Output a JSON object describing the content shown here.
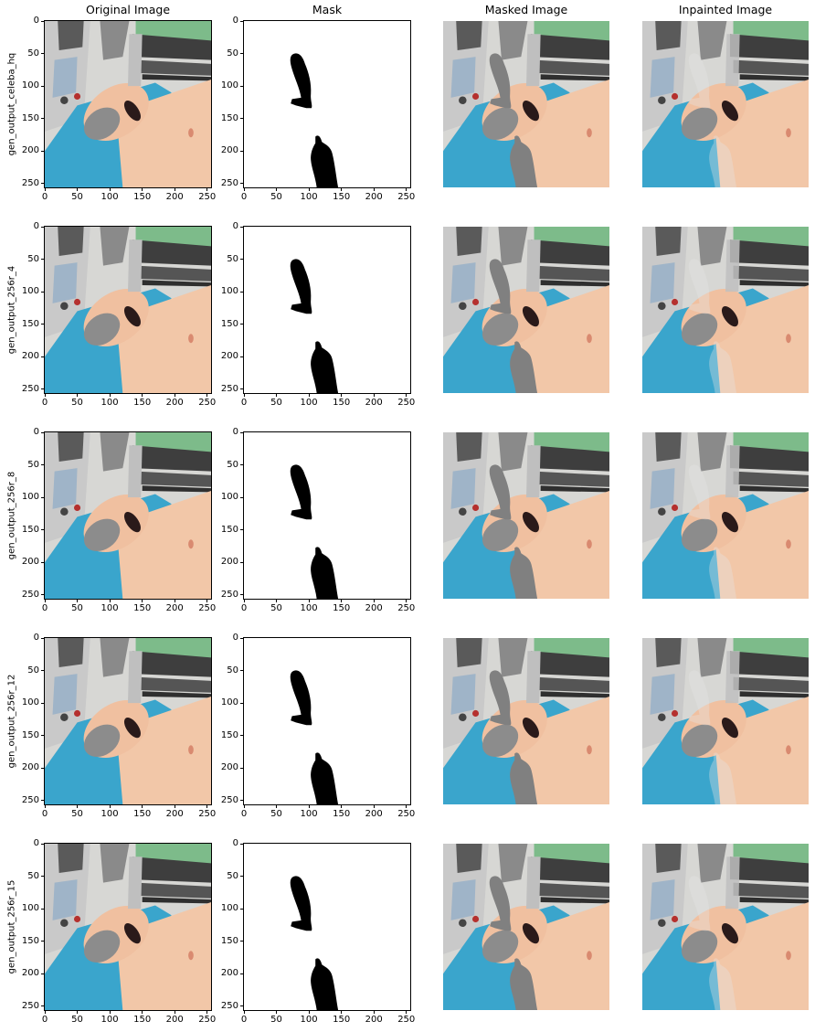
{
  "figure": {
    "columns": [
      "Original Image",
      "Mask",
      "Masked Image",
      "Inpainted Image"
    ],
    "rows": [
      "gen_output_celeba_hq",
      "gen_output_256r_4",
      "gen_output_256r_8",
      "gen_output_256r_12",
      "gen_output_256r_15"
    ]
  },
  "chart_data": {
    "type": "image_grid",
    "title": "",
    "columns": [
      "Original Image",
      "Mask",
      "Masked Image",
      "Inpainted Image"
    ],
    "rows": [
      "gen_output_celeba_hq",
      "gen_output_256r_4",
      "gen_output_256r_8",
      "gen_output_256r_12",
      "gen_output_256r_15"
    ],
    "axes_shown_for_columns": [
      "Original Image",
      "Mask"
    ],
    "xlim": [
      0,
      256
    ],
    "ylim": [
      256,
      0
    ],
    "x_ticks": [
      0,
      50,
      100,
      150,
      200,
      250
    ],
    "y_ticks": [
      0,
      50,
      100,
      150,
      200,
      250
    ],
    "x_tick_labels": [
      "0",
      "50",
      "100",
      "150",
      "200",
      "250"
    ],
    "y_tick_labels": [
      "0",
      "50",
      "100",
      "150",
      "200",
      "250"
    ],
    "image_size": [
      256,
      256
    ],
    "colors": {
      "mask": "#000000",
      "masked_fill": "#808080",
      "drape": "#3aa5cc",
      "skin": "#f2c7a8",
      "equipment": "#c9c9c9",
      "green_panel": "#7dbb8a"
    }
  }
}
